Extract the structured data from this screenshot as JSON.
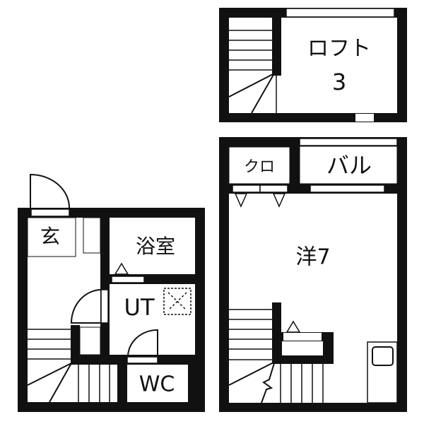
{
  "colors": {
    "wall": "#111111",
    "background": "#ffffff"
  },
  "rooms": {
    "loft": {
      "label": "ロフト",
      "size": "3"
    },
    "closet": {
      "label": "クロ"
    },
    "balcony": {
      "label": "バル"
    },
    "western_room": {
      "label": "洋7"
    },
    "entrance": {
      "label": "玄"
    },
    "bathroom": {
      "label": "浴室"
    },
    "utility": {
      "label": "UT"
    },
    "toilet": {
      "label": "WC"
    }
  }
}
